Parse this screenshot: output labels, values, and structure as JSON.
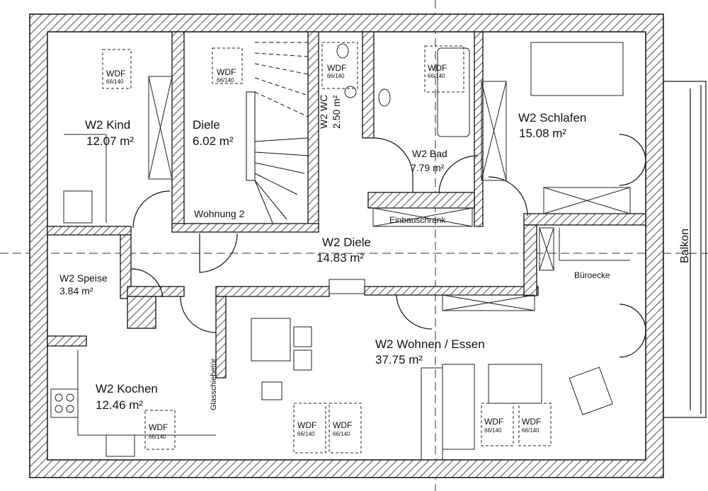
{
  "plan": {
    "rooms": [
      {
        "id": "kind",
        "name": "W2 Kind",
        "area": "12.07 m²"
      },
      {
        "id": "diele",
        "name": "Diele",
        "area": "6.02 m²"
      },
      {
        "id": "wc",
        "name": "W2 WC",
        "area": "2.50 m²"
      },
      {
        "id": "bad",
        "name": "W2 Bad",
        "area": "7.79 m²"
      },
      {
        "id": "schlafen",
        "name": "W2 Schlafen",
        "area": "15.08 m²"
      },
      {
        "id": "w2diele",
        "name": "W2 Diele",
        "area": "14.83 m²"
      },
      {
        "id": "speise",
        "name": "W2 Speise",
        "area": "3.84 m²"
      },
      {
        "id": "kochen",
        "name": "W2 Kochen",
        "area": "12.46 m²"
      },
      {
        "id": "wohnen",
        "name": "W2 Wohnen / Essen",
        "area": "37.75 m²"
      }
    ],
    "labels": {
      "wohnung": "Wohnung 2",
      "einbauschrank": "Einbauschrank",
      "bueroecke": "Büroecke",
      "balkon": "Balkon",
      "glasschiebetuer": "Glasschiebetür"
    },
    "window_tag": {
      "title": "WDF",
      "size": "66/140"
    }
  }
}
